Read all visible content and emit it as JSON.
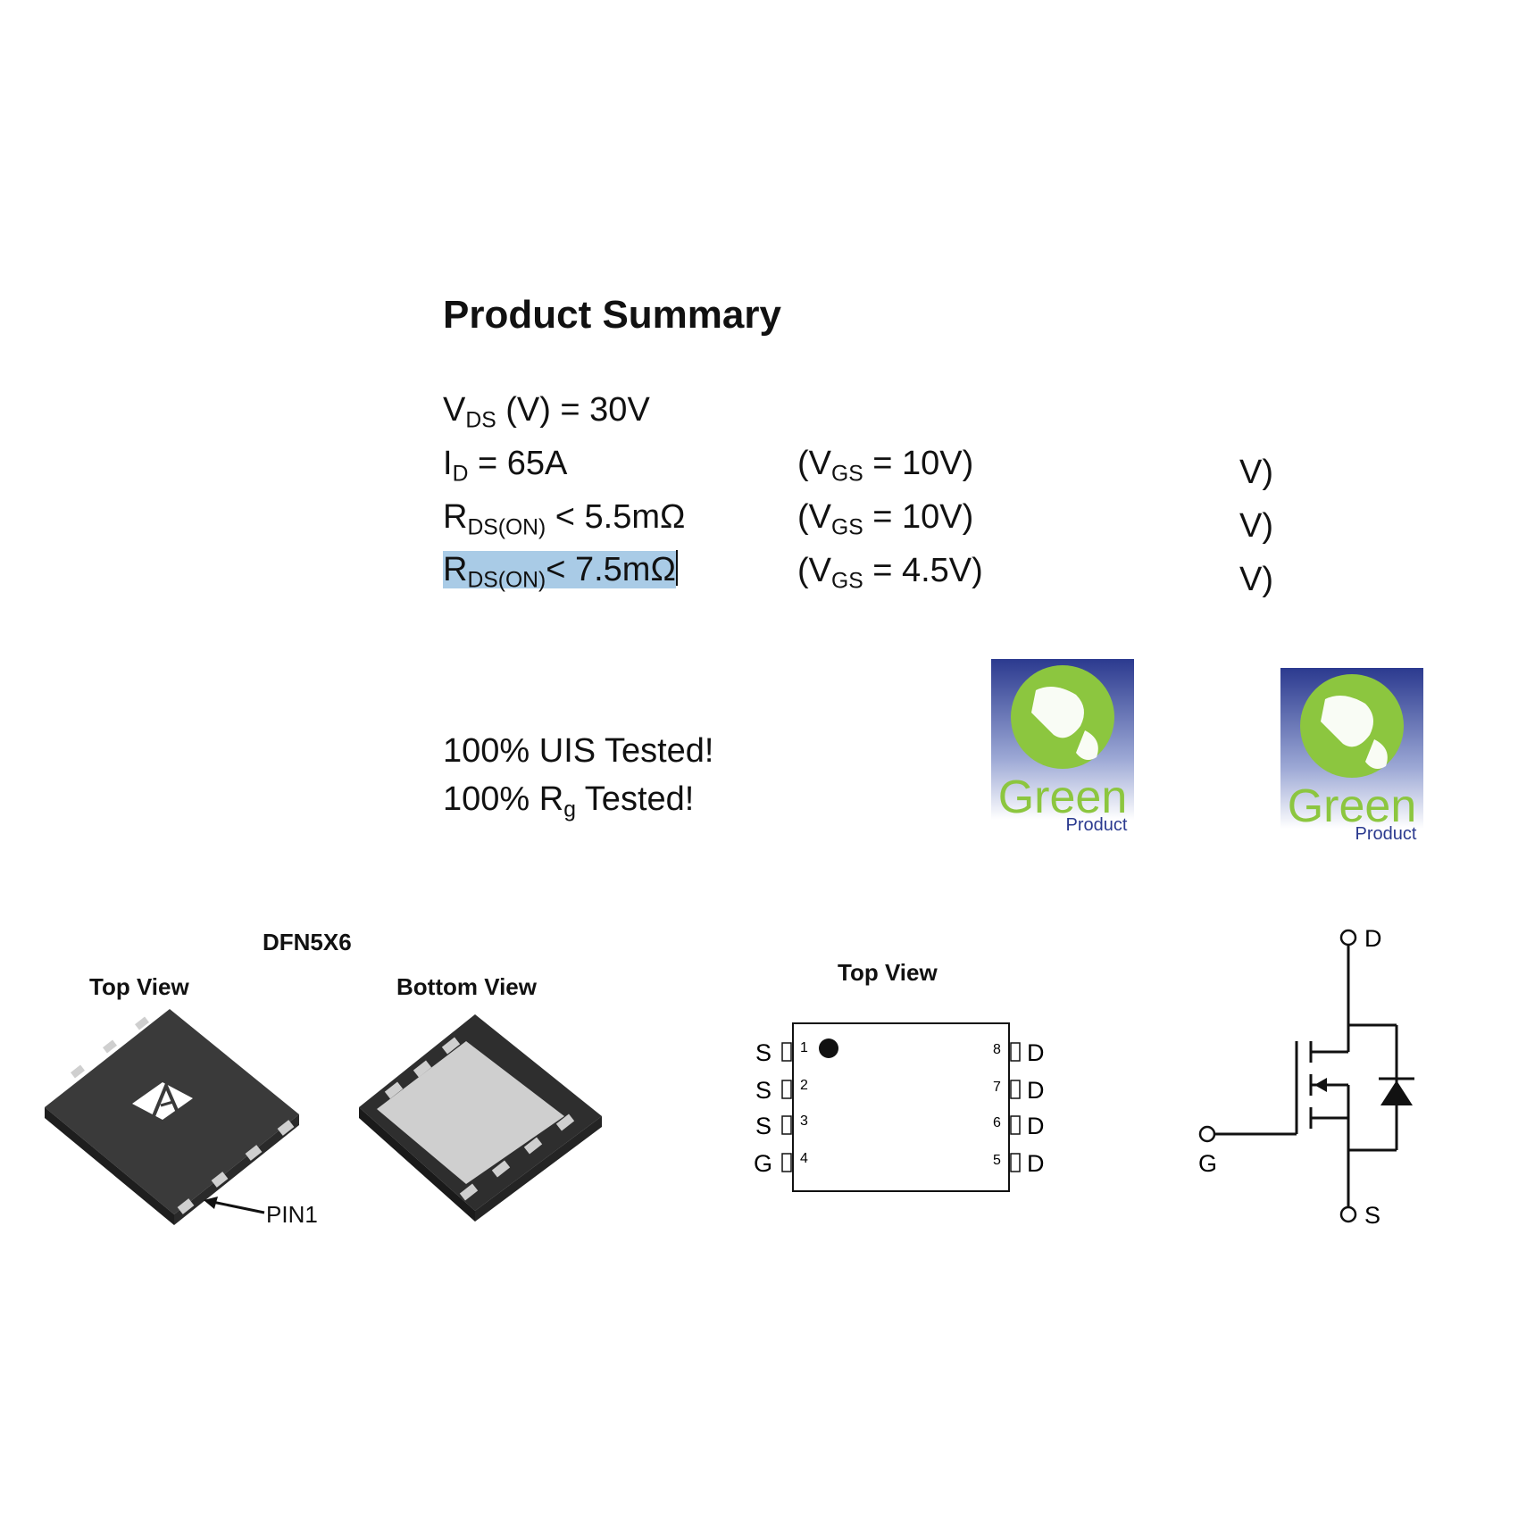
{
  "summary": {
    "title": "Product Summary",
    "rows": [
      {
        "sym": "V",
        "sub": "DS",
        "rest": " (V) = 30V",
        "cond_pre": "",
        "cond_sub": "",
        "cond_post": ""
      },
      {
        "sym": "I",
        "sub": "D",
        "rest": " = 65A",
        "cond_pre": "(V",
        "cond_sub": "GS",
        "cond_post": " = 10V)"
      },
      {
        "sym": "R",
        "sub": "DS(ON)",
        "rest": " < 5.5mΩ",
        "cond_pre": "(V",
        "cond_sub": "GS",
        "cond_post": " = 10V)"
      },
      {
        "sym": "R",
        "sub": "DS(ON)",
        "rest": "< 7.5mΩ",
        "cond_pre": "(V",
        "cond_sub": "GS",
        "cond_post": " = 4.5V)"
      }
    ],
    "clipped": [
      "V)",
      "V)",
      "V)"
    ]
  },
  "tested": {
    "line1": "100% UIS Tested!",
    "line2_pre": "100%  R",
    "line2_sub": "g",
    "line2_post": " Tested!"
  },
  "logos": [
    {
      "word": "Green",
      "sub": "Product"
    },
    {
      "word": "Green",
      "sub": "Product"
    }
  ],
  "package": {
    "name": "DFN5X6",
    "top_view": "Top View",
    "bottom_view": "Bottom View",
    "pin1": "PIN1"
  },
  "pinout": {
    "title": "Top View",
    "left": [
      {
        "letter": "S",
        "num": "1"
      },
      {
        "letter": "S",
        "num": "2"
      },
      {
        "letter": "S",
        "num": "3"
      },
      {
        "letter": "G",
        "num": "4"
      }
    ],
    "right": [
      {
        "letter": "D",
        "num": "8"
      },
      {
        "letter": "D",
        "num": "7"
      },
      {
        "letter": "D",
        "num": "6"
      },
      {
        "letter": "D",
        "num": "5"
      }
    ]
  },
  "schematic": {
    "drain": "D",
    "gate": "G",
    "source": "S"
  },
  "colors": {
    "highlight": "#a9cbe6",
    "logo_green": "#8cc63f",
    "logo_blue": "#2b3a8f",
    "chip_dark": "#2a2a2a",
    "pad_gray": "#cfcfcf"
  }
}
